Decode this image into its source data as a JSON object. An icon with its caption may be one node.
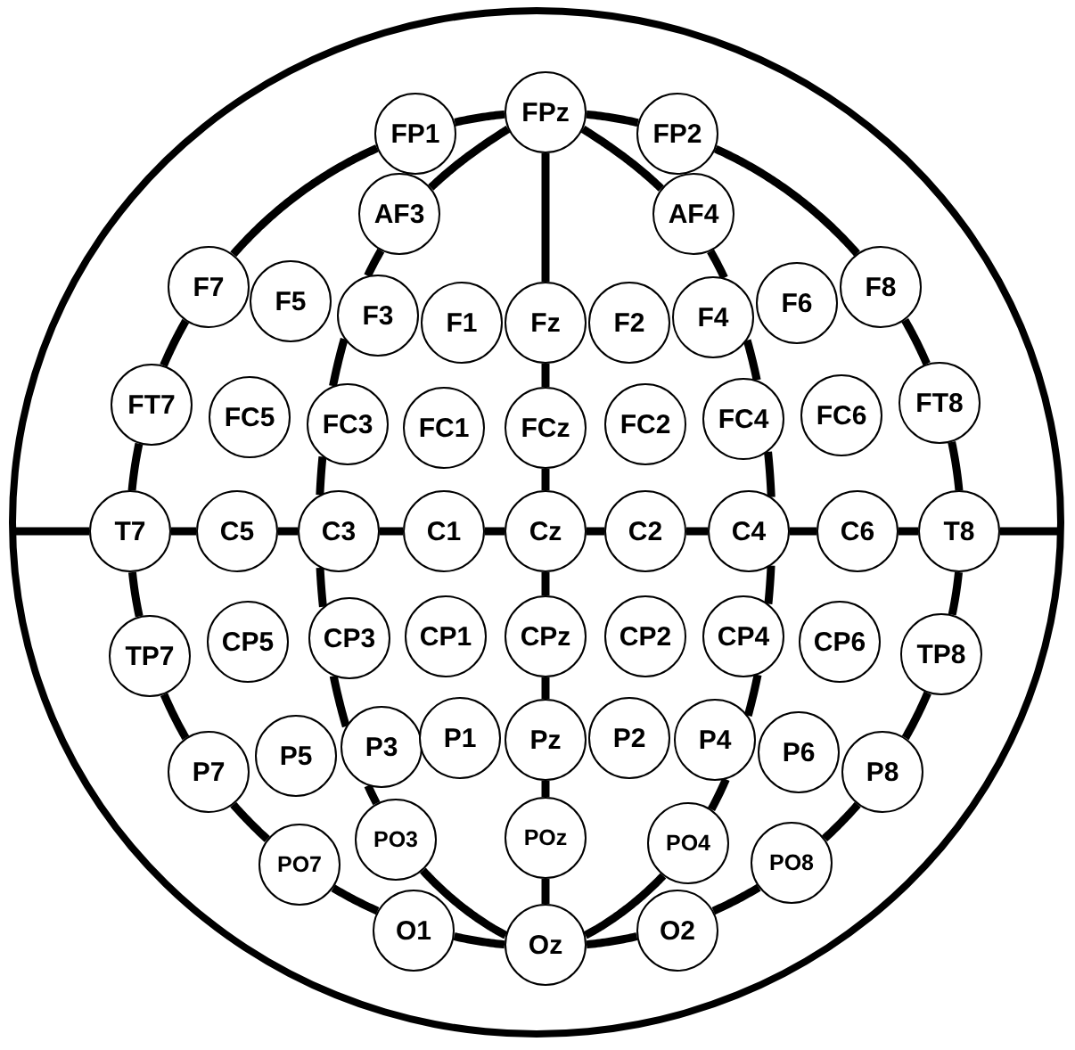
{
  "diagram": {
    "nodes": [
      {
        "text": [],
        "shape": "circle"
      },
      {
        "text": [
          "FP1"
        ],
        "in": 0
      },
      {
        "text": [
          "FPz"
        ],
        "in": 0
      },
      {
        "text": [
          "FP2"
        ],
        "in": 0
      },
      {
        "text": [
          "AF3"
        ],
        "in": 0
      },
      {
        "text": [
          "AF4"
        ],
        "in": 0
      },
      {
        "text": [
          "F7"
        ],
        "in": 0
      },
      {
        "text": [
          "F5"
        ],
        "in": 0
      },
      {
        "text": [
          "F3"
        ],
        "in": 0
      },
      {
        "text": [
          "F1"
        ],
        "in": 0
      },
      {
        "text": [
          "Fz"
        ],
        "in": 0
      },
      {
        "text": [
          "F2"
        ],
        "in": 0
      },
      {
        "text": [
          "F4"
        ],
        "in": 0
      },
      {
        "text": [
          "F6"
        ],
        "in": 0
      },
      {
        "text": [
          "F8"
        ],
        "in": 0
      },
      {
        "text": [
          "FT7"
        ],
        "in": 0
      },
      {
        "text": [
          "FC5"
        ],
        "in": 0
      },
      {
        "text": [
          "FC3"
        ],
        "in": 0
      },
      {
        "text": [
          "FC1"
        ],
        "in": 0
      },
      {
        "text": [
          "FCz"
        ],
        "in": 0
      },
      {
        "text": [
          "FC2"
        ],
        "in": 0
      },
      {
        "text": [
          "FC4"
        ],
        "in": 0
      },
      {
        "text": [
          "FC6"
        ],
        "in": 0
      },
      {
        "text": [
          "FT8"
        ],
        "in": 0
      },
      {
        "text": [
          "T7"
        ],
        "in": 0
      },
      {
        "text": [
          "C5"
        ],
        "in": 0
      },
      {
        "text": [
          "C3"
        ],
        "in": 0
      },
      {
        "text": [
          "C1"
        ],
        "in": 0
      },
      {
        "text": [
          "Cz"
        ],
        "in": 0
      },
      {
        "text": [
          "C2"
        ],
        "in": 0
      },
      {
        "text": [
          "C4"
        ],
        "in": 0
      },
      {
        "text": [
          "C6"
        ],
        "in": 0
      },
      {
        "text": [
          "T8"
        ],
        "in": 0
      },
      {
        "text": [
          "TP7"
        ],
        "in": 0
      },
      {
        "text": [
          "CP5"
        ],
        "in": 0
      },
      {
        "text": [
          "CP3"
        ],
        "in": 0
      },
      {
        "text": [
          "CP1"
        ],
        "in": 0
      },
      {
        "text": [
          "CPz"
        ],
        "in": 0
      },
      {
        "text": [
          "CP2"
        ],
        "in": 0
      },
      {
        "text": [
          "CP4"
        ],
        "in": 0
      },
      {
        "text": [
          "CP6"
        ],
        "in": 0
      },
      {
        "text": [
          "TP8"
        ],
        "in": 0
      },
      {
        "text": [
          "P7"
        ],
        "in": 0
      },
      {
        "text": [
          "P5"
        ],
        "in": 0
      },
      {
        "text": [
          "P3"
        ],
        "in": 0
      },
      {
        "text": [
          "P1"
        ],
        "in": 0
      },
      {
        "text": [
          "Pz"
        ],
        "in": 0
      },
      {
        "text": [
          "P2"
        ],
        "in": 0
      },
      {
        "text": [
          "P4"
        ],
        "in": 0
      },
      {
        "text": [
          "P6"
        ],
        "in": 0
      },
      {
        "text": [
          "P8"
        ],
        "in": 0
      },
      {
        "text": [
          "PO7"
        ],
        "in": 0
      },
      {
        "text": [
          "PO3"
        ],
        "in": 0
      },
      {
        "text": [
          "POz"
        ],
        "in": 0
      },
      {
        "text": [
          "PO4"
        ],
        "in": 0
      },
      {
        "text": [
          "PO8"
        ],
        "in": 0
      },
      {
        "text": [
          "O1"
        ],
        "in": 0
      },
      {
        "text": [
          "Oz"
        ],
        "in": 0
      },
      {
        "text": [
          "O2"
        ],
        "in": 0
      }
    ],
    "edges": [
      {
        "from": 2,
        "to": 10,
        "arrow": "none"
      },
      {
        "from": 10,
        "to": 19,
        "arrow": "none"
      },
      {
        "from": 19,
        "to": 28,
        "arrow": "none"
      },
      {
        "from": 28,
        "to": 37,
        "arrow": "none"
      },
      {
        "from": 37,
        "to": 46,
        "arrow": "none"
      },
      {
        "from": 46,
        "to": 53,
        "arrow": "none"
      },
      {
        "from": 53,
        "to": 57,
        "arrow": "none"
      },
      {
        "from": 2,
        "to": 1,
        "arrow": "none"
      },
      {
        "from": 1,
        "to": 6,
        "arrow": "none"
      },
      {
        "from": 6,
        "to": 15,
        "arrow": "none"
      },
      {
        "from": 15,
        "to": 24,
        "arrow": "none"
      },
      {
        "from": 24,
        "to": 33,
        "arrow": "none"
      },
      {
        "from": 33,
        "to": 42,
        "arrow": "none"
      },
      {
        "from": 42,
        "to": 51,
        "arrow": "none"
      },
      {
        "from": 51,
        "to": 56,
        "arrow": "none"
      },
      {
        "from": 56,
        "to": 57,
        "arrow": "none"
      },
      {
        "from": 2,
        "to": 3,
        "arrow": "none"
      },
      {
        "from": 3,
        "to": 14,
        "arrow": "none"
      },
      {
        "from": 14,
        "to": 23,
        "arrow": "none"
      },
      {
        "from": 23,
        "to": 32,
        "arrow": "none"
      },
      {
        "from": 32,
        "to": 41,
        "arrow": "none"
      },
      {
        "from": 41,
        "to": 50,
        "arrow": "none"
      },
      {
        "from": 50,
        "to": 55,
        "arrow": "none"
      },
      {
        "from": 55,
        "to": 58,
        "arrow": "none"
      },
      {
        "from": 58,
        "to": 57,
        "arrow": "none"
      },
      {
        "from": 2,
        "to": 4,
        "arrow": "none"
      },
      {
        "from": 4,
        "to": 8,
        "arrow": "none"
      },
      {
        "from": 8,
        "to": 17,
        "arrow": "none"
      },
      {
        "from": 17,
        "to": 26,
        "arrow": "none"
      },
      {
        "from": 26,
        "to": 35,
        "arrow": "none"
      },
      {
        "from": 35,
        "to": 44,
        "arrow": "none"
      },
      {
        "from": 44,
        "to": 52,
        "arrow": "none"
      },
      {
        "from": 52,
        "to": 57,
        "arrow": "none"
      },
      {
        "from": 2,
        "to": 5,
        "arrow": "none"
      },
      {
        "from": 5,
        "to": 12,
        "arrow": "none"
      },
      {
        "from": 12,
        "to": 21,
        "arrow": "none"
      },
      {
        "from": 21,
        "to": 30,
        "arrow": "none"
      },
      {
        "from": 30,
        "to": 39,
        "arrow": "none"
      },
      {
        "from": 39,
        "to": 48,
        "arrow": "none"
      },
      {
        "from": 48,
        "to": 54,
        "arrow": "none"
      },
      {
        "from": 54,
        "to": 57,
        "arrow": "none"
      },
      {
        "from": 0,
        "to": 24,
        "arrow": "none"
      },
      {
        "from": 24,
        "to": 25,
        "arrow": "none"
      },
      {
        "from": 25,
        "to": 26,
        "arrow": "none"
      },
      {
        "from": 26,
        "to": 27,
        "arrow": "none"
      },
      {
        "from": 27,
        "to": 28,
        "arrow": "none"
      },
      {
        "from": 28,
        "to": 29,
        "arrow": "none"
      },
      {
        "from": 29,
        "to": 30,
        "arrow": "none"
      },
      {
        "from": 30,
        "to": 31,
        "arrow": "none"
      },
      {
        "from": 31,
        "to": 32,
        "arrow": "none"
      },
      {
        "from": 32,
        "to": 0,
        "arrow": "none"
      }
    ]
  }
}
